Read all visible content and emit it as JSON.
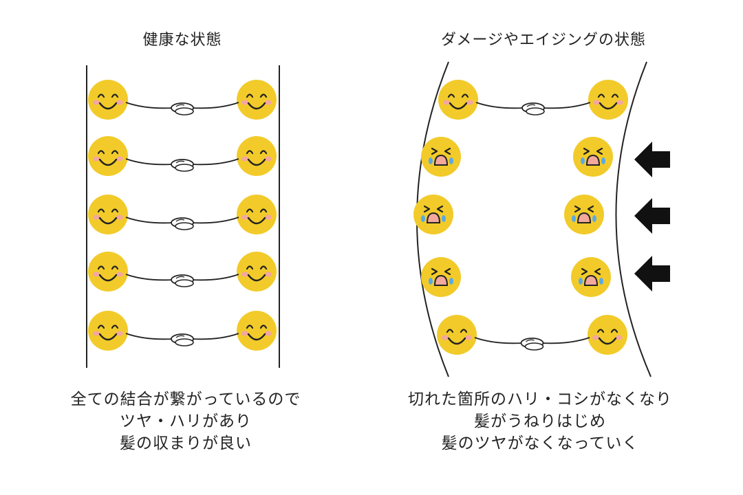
{
  "left": {
    "title": "健康な状態",
    "caption": [
      "全ての結合が繋がっているので",
      "ツヤ・ハリがあり",
      "髪の収まりが良い"
    ]
  },
  "right": {
    "title": "ダメージやエイジングの状態",
    "caption": [
      "切れた箇所のハリ・コシがなくなり",
      "髪がうねりはじめ",
      "髪のツヤがなくなっていく"
    ]
  },
  "colors": {
    "face": "#f2cb2a",
    "cheek": "#f4a7a0",
    "tear": "#5aa9e6",
    "mouth_cry": "#f3a99c",
    "line": "#222222",
    "arrow": "#111111"
  },
  "icons": [
    "smile-face-icon",
    "crying-face-icon",
    "handshake-icon",
    "arrow-left-icon"
  ]
}
